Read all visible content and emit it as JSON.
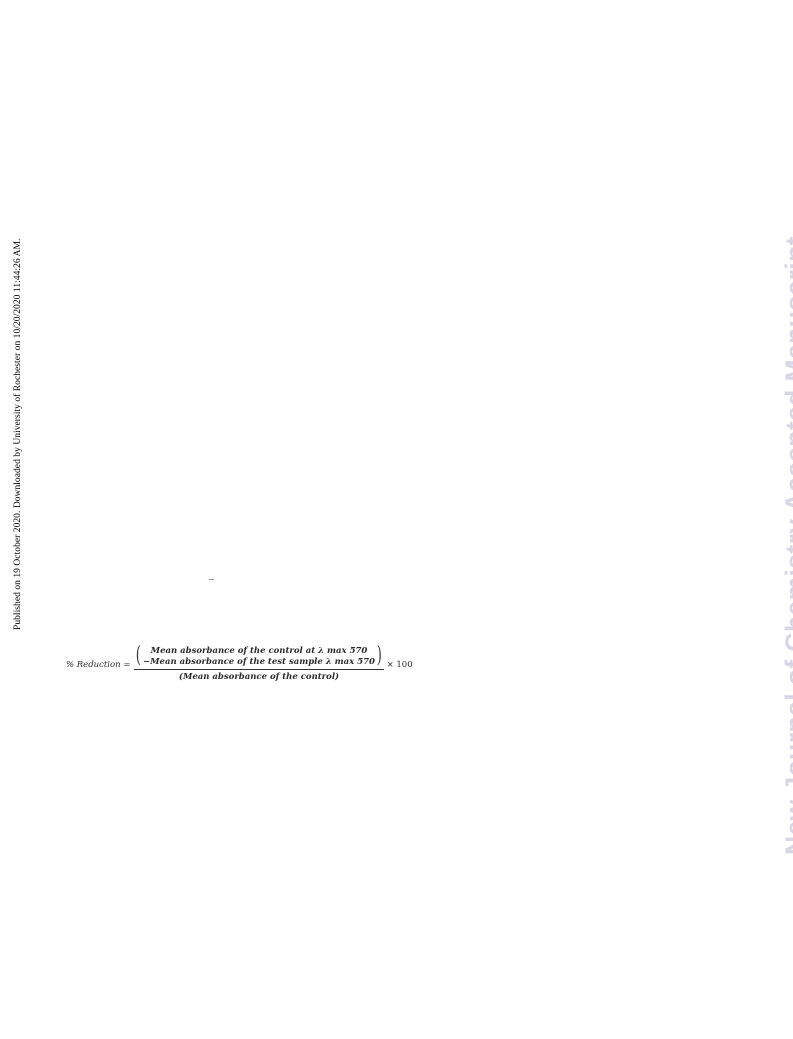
{
  "side_note": "Published on 19 October 2020. Downloaded by University of Rochester on 10/20/2020 11:44:26 AM.",
  "watermark": "New Journal of Chemistry Accepted Manuscript",
  "stray_mark": "–",
  "equation": {
    "lhs": "% Reduction =",
    "numerator_line1": "Mean absorbance of the control at λ max 570",
    "numerator_line2": "−Mean absorbance of the test sample λ max 570",
    "denominator": "(Mean absorbance of the control)",
    "rhs": "× 100"
  },
  "colors": {
    "watermark": "#d6d6e6",
    "text": "#000000"
  }
}
